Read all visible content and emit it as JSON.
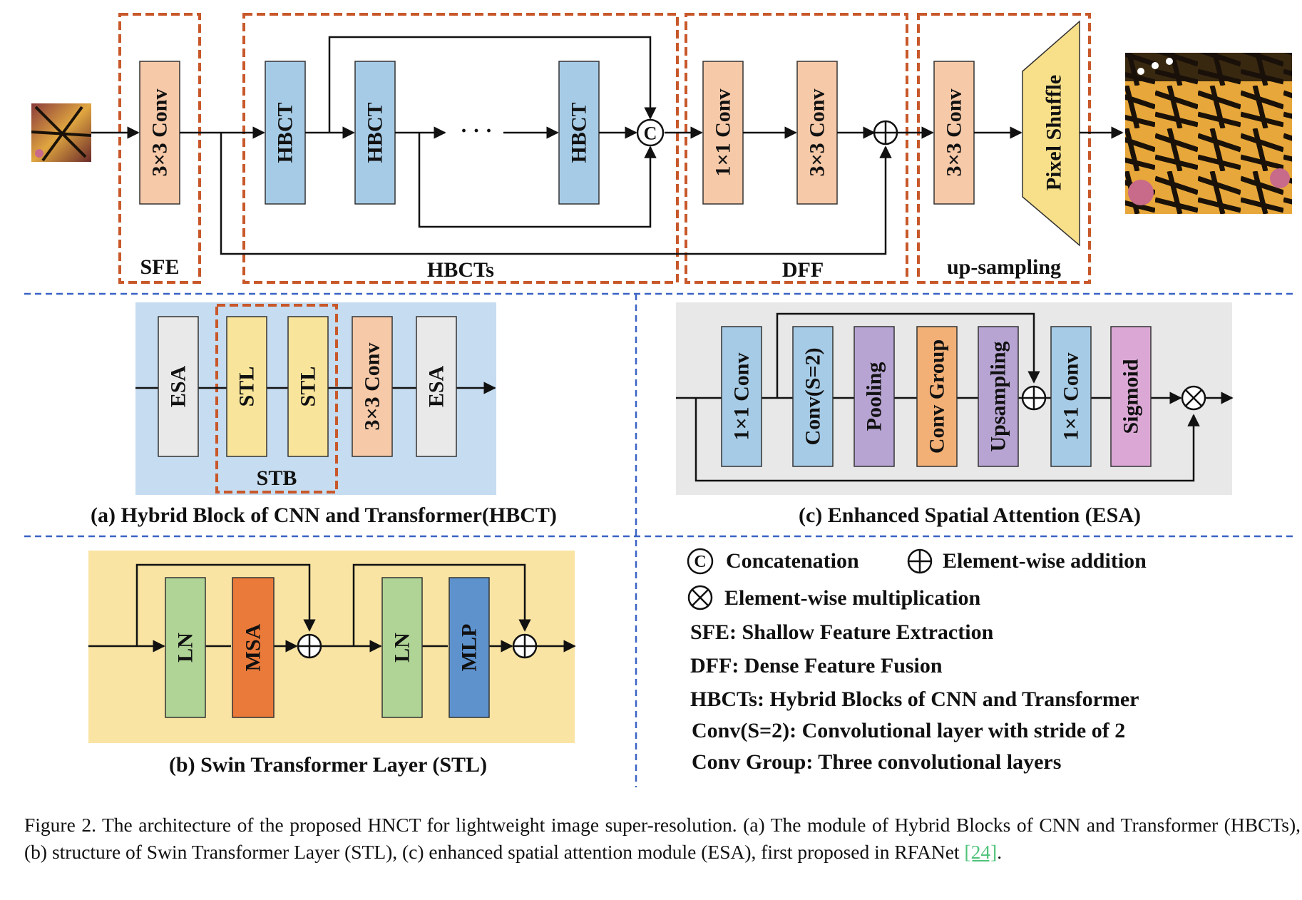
{
  "colors": {
    "orange_box": "#f6c9a8",
    "blue_box": "#a6cbe6",
    "gray_box": "#e9e9e9",
    "yellow_box": "#f8e59b",
    "green_box": "#b0d496",
    "msa_box": "#ea7a3a",
    "mlp_box": "#5e92cd",
    "purple_box": "#b7a4d3",
    "pink_box": "#dba8d6",
    "dashed_group": "#c8582a",
    "divider": "#3a63c4",
    "hbct_panel": "#c6dcf0",
    "stl_panel": "#f9e4a3",
    "esa_panel": "#e7e8e7"
  },
  "top": {
    "sfe_conv": "3×3 Conv",
    "hbct": [
      "HBCT",
      "HBCT",
      "HBCT"
    ],
    "dots": "· · ·",
    "concat_symbol": "C",
    "dff_conv1": "1×1 Conv",
    "dff_conv2": "3×3 Conv",
    "add_symbol": "⊕",
    "up_conv": "3×3 Conv",
    "pixel_shuffle": "Pixel Shuffle",
    "group_labels": {
      "sfe": "SFE",
      "hbcts": "HBCTs",
      "dff": "DFF",
      "up": "up-sampling"
    },
    "input_image": "butterfly-low-res",
    "output_image": "butterfly-high-res"
  },
  "hbct_panel": {
    "blocks": [
      "ESA",
      "STL",
      "STL",
      "3×3 Conv",
      "ESA"
    ],
    "stb_label": "STB",
    "caption": "(a) Hybrid Block of CNN and Transformer(HBCT)"
  },
  "esa_panel": {
    "blocks": [
      "1×1 Conv",
      "Conv(S=2)",
      "Pooling",
      "Conv Group",
      "Upsampling",
      "1×1 Conv",
      "Sigmoid"
    ],
    "caption": "(c) Enhanced Spatial Attention (ESA)"
  },
  "stl_panel": {
    "blocks": [
      "LN",
      "MSA",
      "LN",
      "MLP"
    ],
    "caption": "(b) Swin Transformer Layer (STL)"
  },
  "legend": {
    "concat": "Concatenation",
    "add": "Element-wise addition",
    "mul": "Element-wise multiplication",
    "lines": [
      "SFE: Shallow Feature Extraction",
      "DFF: Dense Feature Fusion",
      "HBCTs: Hybrid Blocks of CNN and Transformer",
      "Conv(S=2): Convolutional layer with stride of 2",
      "Conv Group: Three convolutional layers"
    ]
  },
  "figure_caption": {
    "text": "Figure 2. The architecture of the proposed HNCT for lightweight image super-resolution. (a) The module of Hybrid Blocks of CNN and Transformer (HBCTs), (b) structure of Swin Transformer Layer (STL), (c) enhanced spatial attention module (ESA), first proposed in RFANet ",
    "ref": "[24]",
    "end": "."
  }
}
